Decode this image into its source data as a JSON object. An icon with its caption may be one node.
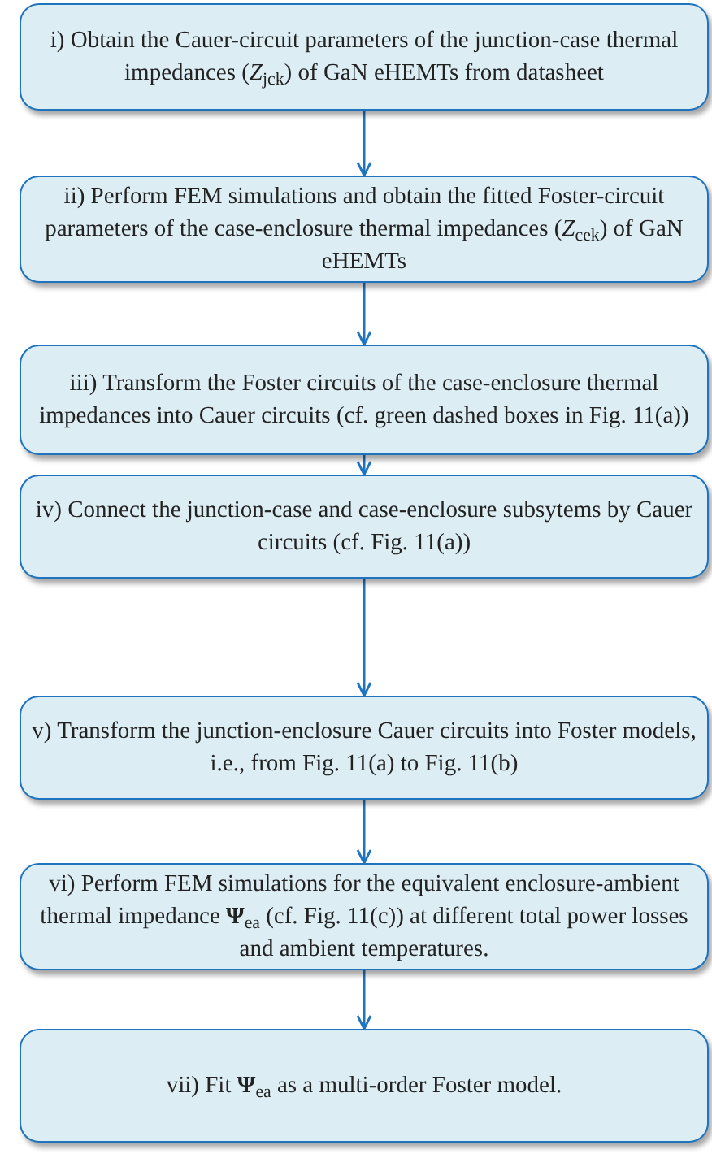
{
  "diagram": {
    "nodes": [
      {
        "text": [
          "i) Obtain the Cauer-circuit parameters of the junction-case thermal impedances (*Z*$_{jck}$) of GaN eHEMTs from datasheet"
        ]
      },
      {
        "text": [
          "ii) Perform FEM simulations and obtain the fitted Foster-circuit parameters of the case-enclosure thermal impedances (*Z*$_{cek}$) of GaN eHEMTs"
        ]
      },
      {
        "text": [
          "iii) Transform the Foster circuits of the case-enclosure thermal impedances into Cauer circuits (cf. green dashed boxes in Fig. 11(a))"
        ]
      },
      {
        "text": [
          "iv) Connect the junction-case and case-enclosure subsytems by Cauer circuits (cf. Fig. 11(a))"
        ]
      },
      {
        "text": [
          "v) Transform the junction-enclosure Cauer circuits into Foster models, i.e., from Fig. 11(a) to Fig. 11(b)"
        ]
      },
      {
        "text": [
          "vi) Perform FEM simulations for the equivalent enclosure-ambient thermal impedance **Ψ**$_{ea}$ (cf. Fig. 11(c)) at different total power losses and ambient temperatures."
        ]
      },
      {
        "text": [
          "vii) Fit **Ψ**$_{ea}$ as a multi-order Foster model."
        ]
      }
    ],
    "edges": [
      {
        "from": 0,
        "to": 1,
        "arrow": "to"
      },
      {
        "from": 1,
        "to": 2,
        "arrow": "to"
      },
      {
        "from": 2,
        "to": 3,
        "arrow": "to"
      },
      {
        "from": 3,
        "to": 4,
        "arrow": "to"
      },
      {
        "from": 4,
        "to": 5,
        "arrow": "to"
      },
      {
        "from": 5,
        "to": 6,
        "arrow": "to"
      }
    ]
  }
}
